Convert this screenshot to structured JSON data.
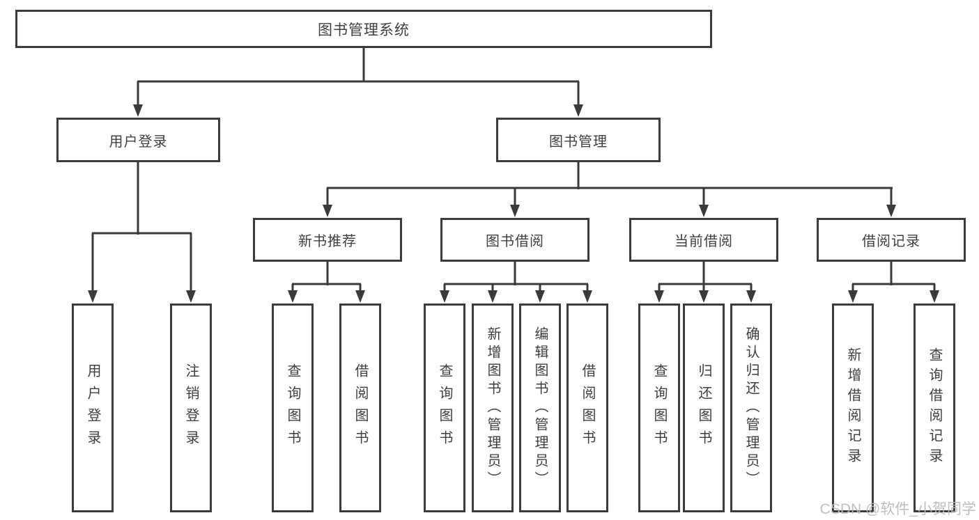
{
  "diagram": {
    "root": {
      "label": "图书管理系统"
    },
    "branches": [
      {
        "label": "用户登录",
        "children": [
          {
            "label": "用户登录"
          },
          {
            "label": "注销登录"
          }
        ]
      },
      {
        "label": "图书管理",
        "children": [
          {
            "label": "新书推荐",
            "children": [
              {
                "label": "查询图书"
              },
              {
                "label": "借阅图书"
              }
            ]
          },
          {
            "label": "图书借阅",
            "children": [
              {
                "label": "查询图书"
              },
              {
                "label": "新增图书（管理员）"
              },
              {
                "label": "编辑图书（管理员）"
              },
              {
                "label": "借阅图书"
              }
            ]
          },
          {
            "label": "当前借阅",
            "children": [
              {
                "label": "查询图书"
              },
              {
                "label": "归还图书"
              },
              {
                "label": "确认归还（管理员）"
              }
            ]
          },
          {
            "label": "借阅记录",
            "children": [
              {
                "label": "新增借阅记录"
              },
              {
                "label": "查询借阅记录"
              }
            ]
          }
        ]
      }
    ]
  },
  "watermark": {
    "text": "CSDN @软件_小贺同学"
  },
  "colors": {
    "line": "#3a3a3a",
    "box_border": "#3b3b3b",
    "text": "#3f3f3f",
    "watermark": "#b9b9b9",
    "background": "#ffffff"
  }
}
